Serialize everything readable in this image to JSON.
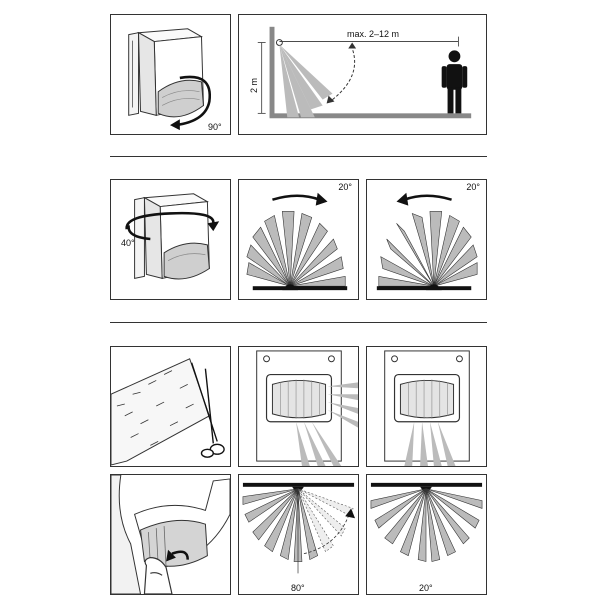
{
  "row1": {
    "rotation_label": "90°",
    "range_label": "max. 2–12 m",
    "height_label": "2 m"
  },
  "row2": {
    "tilt_label": "40°",
    "angle_right": "20°",
    "angle_left": "20°"
  },
  "row3": {
    "bottom_angle_left": "80°",
    "bottom_angle_right": "20°"
  }
}
